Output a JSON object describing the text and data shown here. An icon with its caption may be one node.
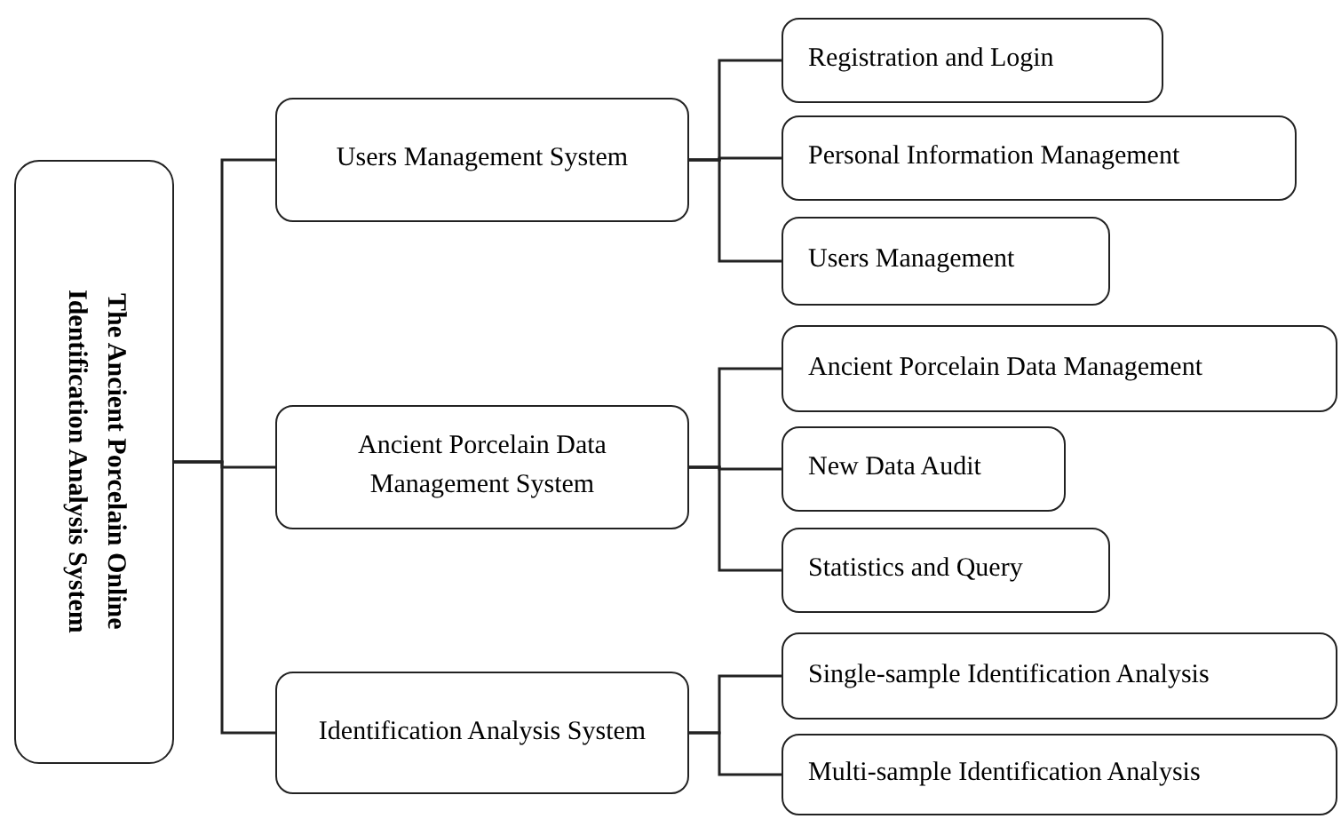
{
  "diagram": {
    "nodes": [
      {
        "text": [
          "The Ancient Porcelain Online Identification Analysis System"
        ]
      },
      {
        "text": [
          "Users Management System"
        ]
      },
      {
        "text": [
          "Ancient Porcelain Data Management System"
        ]
      },
      {
        "text": [
          "Identification Analysis System"
        ]
      },
      {
        "text": [
          "Registration and Login"
        ]
      },
      {
        "text": [
          "Personal Information Management"
        ]
      },
      {
        "text": [
          "Users Management"
        ]
      },
      {
        "text": [
          "Ancient Porcelain Data Management"
        ]
      },
      {
        "text": [
          "New Data Audit"
        ]
      },
      {
        "text": [
          "Statistics and Query"
        ]
      },
      {
        "text": [
          "Single-sample Identification Analysis"
        ]
      },
      {
        "text": [
          "Multi-sample Identification Analysis"
        ]
      }
    ],
    "edges": [
      {
        "from": 0,
        "to": 1,
        "arrow": "none"
      },
      {
        "from": 0,
        "to": 2,
        "arrow": "none"
      },
      {
        "from": 0,
        "to": 3,
        "arrow": "none"
      },
      {
        "from": 1,
        "to": 4,
        "arrow": "none"
      },
      {
        "from": 1,
        "to": 5,
        "arrow": "none"
      },
      {
        "from": 1,
        "to": 6,
        "arrow": "none"
      },
      {
        "from": 2,
        "to": 7,
        "arrow": "none"
      },
      {
        "from": 2,
        "to": 8,
        "arrow": "none"
      },
      {
        "from": 2,
        "to": 9,
        "arrow": "none"
      },
      {
        "from": 3,
        "to": 10,
        "arrow": "none"
      },
      {
        "from": 3,
        "to": 11,
        "arrow": "none"
      }
    ]
  }
}
